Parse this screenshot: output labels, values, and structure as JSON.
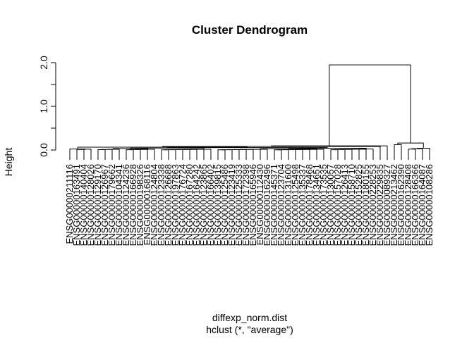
{
  "chart_data": {
    "type": "dendrogram",
    "title": "Cluster Dendrogram",
    "xlabel": "diffexp_norm.dist",
    "sublabel": "hclust (*, \"average\")",
    "ylabel": "Height",
    "yticks": [
      "0.0",
      "1.0",
      "2.0"
    ],
    "ytick_values": [
      0,
      1,
      2
    ],
    "ylim": [
      0,
      2.0
    ],
    "leaf_count": 52,
    "leaf_labels": [
      "ENSG00000211116",
      "ENSG00000163491",
      "ENSG00000140404",
      "ENSG00000128026",
      "ENSG00000129170",
      "ENSG00000126967",
      "ENSG00000179662",
      "ENSG00000104341",
      "ENSG00000124236",
      "ENSG00000166928",
      "ENSG00000198326",
      "ENSG00000168116",
      "ENSG00000124804",
      "ENSG00000123338",
      "ENSG00000126688",
      "ENSG00000197863",
      "ENSG00000176724",
      "ENSG00000167280",
      "ENSG00000164242",
      "ENSG00000123865",
      "ENSG00000166402",
      "ENSG00000139815",
      "ENSG00000125486",
      "ENSG00000123419",
      "ENSG00000125333",
      "ENSG00000172398",
      "ENSG00000165946",
      "ENSG00000112430",
      "ENSG00000162496",
      "ENSG00000145371",
      "ENSG00000123704",
      "ENSG00000131600",
      "ENSG00000125498",
      "ENSG00000135337",
      "ENSG00000178468",
      "ENSG00000134651",
      "ENSG00000173535",
      "ENSG00000130057",
      "ENSG00000157028",
      "ENSG00000126413",
      "ENSG00000158710",
      "ENSG00000152825",
      "ENSG00000180155",
      "ENSG00000228253",
      "ENSG00000229835",
      "ENSG00000089327",
      "ENSG00000213462",
      "ENSG00000162390",
      "ENSG00000128408",
      "ENSG00000166366",
      "ENSG00000164087",
      "ENSG00000108286"
    ]
  }
}
